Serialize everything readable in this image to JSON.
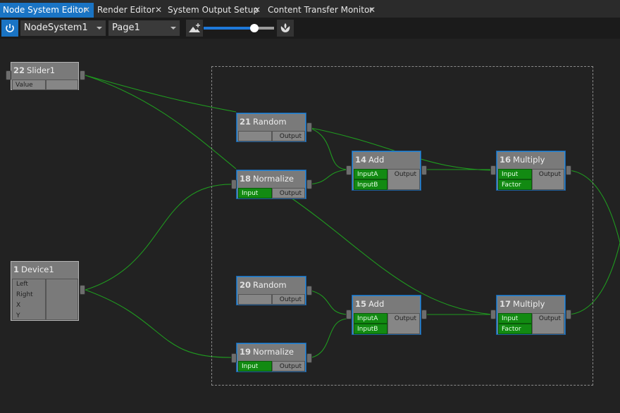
{
  "tabs": [
    {
      "label": "Node System Editor",
      "active": true
    },
    {
      "label": "Render Editor",
      "active": false
    },
    {
      "label": "System Output Setup",
      "active": false
    },
    {
      "label": "Content Transfer Monitor",
      "active": false
    }
  ],
  "tab_close_glyph": "✕",
  "toolbar": {
    "system_select": "NodeSystem1",
    "page_select": "Page1",
    "zoom_level_fraction": 0.72
  },
  "colors": {
    "accent": "#1a74c4",
    "wire": "#1f9a1f",
    "slot_green": "#128a12"
  },
  "icons": [
    "power-icon",
    "image-add-icon",
    "flower-icon",
    "chevron-down-icon",
    "close-icon"
  ],
  "nodes": {
    "slider1": {
      "id": "22",
      "title": "Slider1",
      "slot_value": "Value"
    },
    "device1": {
      "id": "1",
      "title": "Device1",
      "slots": [
        "Left",
        "Right",
        "X",
        "Y"
      ]
    },
    "random21": {
      "id": "21",
      "title": "Random",
      "out": "Output"
    },
    "normalize18": {
      "id": "18",
      "title": "Normalize",
      "in": "Input",
      "out": "Output"
    },
    "add14": {
      "id": "14",
      "title": "Add",
      "in_a": "InputA",
      "in_b": "InputB",
      "out": "Output"
    },
    "multiply16": {
      "id": "16",
      "title": "Multiply",
      "in": "Input",
      "factor": "Factor",
      "out": "Output"
    },
    "random20": {
      "id": "20",
      "title": "Random",
      "out": "Output"
    },
    "add15": {
      "id": "15",
      "title": "Add",
      "in_a": "InputA",
      "in_b": "InputB",
      "out": "Output"
    },
    "normalize19": {
      "id": "19",
      "title": "Normalize",
      "in": "Input",
      "out": "Output"
    },
    "multiply17": {
      "id": "17",
      "title": "Multiply",
      "in": "Input",
      "factor": "Factor",
      "out": "Output"
    }
  }
}
